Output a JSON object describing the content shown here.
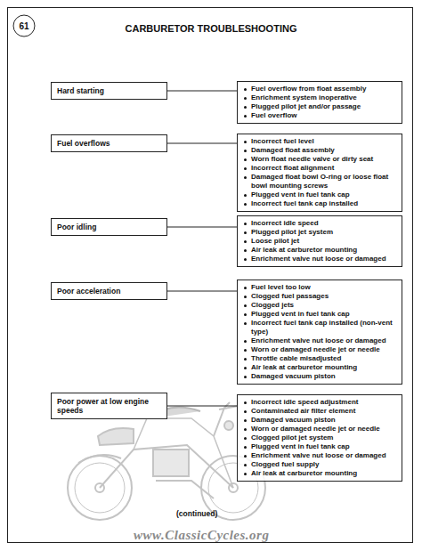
{
  "diagram": {
    "title": "CARBURETOR TROUBLESHOOTING",
    "nodes": [
      {
        "text": [
          "61"
        ]
      },
      {
        "text": [
          "Hard starting"
        ]
      },
      {
        "text": [
          "Fuel overflow from float assembly",
          "Enrichment system inoperative",
          "Plugged pilot jet and/or passage",
          "Fuel overflow"
        ]
      },
      {
        "text": [
          "Fuel overflows"
        ]
      },
      {
        "text": [
          "Incorrect fuel level",
          "Damaged float assembly",
          "Worn float needle valve or dirty seat",
          "Incorrect float alignment",
          "Damaged float bowl O-ring or loose float bowl mounting screws",
          "Plugged vent in fuel tank cap",
          "Incorrect fuel tank cap installed"
        ]
      },
      {
        "text": [
          "Poor idling"
        ]
      },
      {
        "text": [
          "Incorrect idle speed",
          "Plugged pilot jet system",
          "Loose pilot jet",
          "Air leak at carburetor mounting",
          "Enrichment valve nut loose or damaged"
        ]
      },
      {
        "text": [
          "Poor acceleration"
        ]
      },
      {
        "text": [
          "Fuel level too low",
          "Clogged fuel passages",
          "Clogged jets",
          "Plugged vent in fuel tank cap",
          "Incorrect fuel tank cap installed (non-vent type)",
          "Enrichment valve nut loose or damaged",
          "Worn or damaged needle jet or needle",
          "Throttle cable misadjusted",
          "Air leak at carburetor mounting",
          "Damaged vacuum piston"
        ]
      },
      {
        "text": [
          "Poor power at low engine speeds"
        ]
      },
      {
        "text": [
          "Incorrect idle speed adjustment",
          "Contaminated air filter element",
          "Damaged vacuum piston",
          "Worn or damaged needle jet or needle",
          "Clogged pilot jet system",
          "Plugged vent in fuel tank cap",
          "Enrichment valve nut loose or damaged",
          "Clogged fuel supply",
          "Air leak at carburetor mounting"
        ]
      }
    ],
    "edges": [
      {
        "from": 1,
        "to": 2,
        "arrow": "none"
      },
      {
        "from": 3,
        "to": 4,
        "arrow": "none"
      },
      {
        "from": 5,
        "to": 6,
        "arrow": "none"
      },
      {
        "from": 7,
        "to": 8,
        "arrow": "none"
      },
      {
        "from": 9,
        "to": 10,
        "arrow": "none"
      }
    ],
    "labels": [
      "(continued)",
      "www.ClassicCycles.org"
    ]
  }
}
